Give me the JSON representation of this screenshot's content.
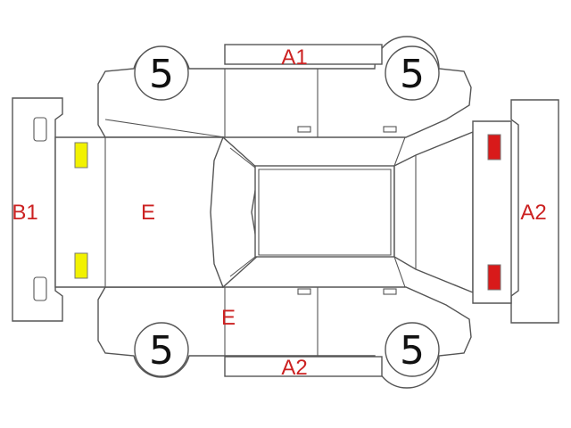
{
  "labels": {
    "a1_top": "A1",
    "a2_bottom": "A2",
    "a2_right": "A2",
    "b1_left": "B1",
    "e_hood": "E",
    "e_side": "E"
  },
  "tires": {
    "front_left": "5",
    "front_right": "5",
    "rear_left": "5",
    "rear_right": "5"
  },
  "colors": {
    "label": "#cc2222",
    "yellow_marker": "#f2f200",
    "red_marker": "#d81a1a",
    "outline": "#555555"
  }
}
